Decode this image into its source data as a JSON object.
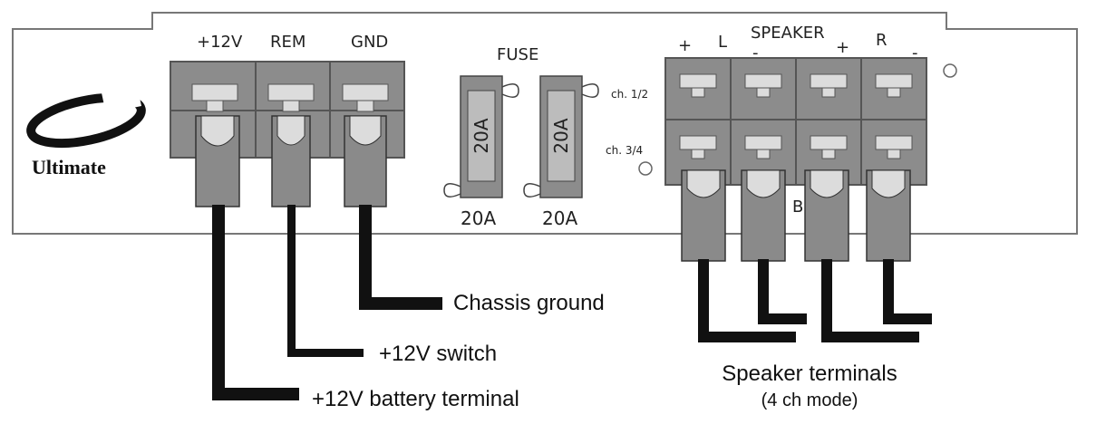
{
  "brand": {
    "name": "Ultimate"
  },
  "power_terminals": {
    "labels": [
      "+12V",
      "REM",
      "GND"
    ]
  },
  "fuse": {
    "title": "FUSE",
    "items": [
      {
        "rating": "20A",
        "label": "20A"
      },
      {
        "rating": "20A",
        "label": "20A"
      }
    ]
  },
  "speaker": {
    "title": "SPEAKER",
    "channel_left": "L",
    "channel_right": "R",
    "plus": "+",
    "minus": "-",
    "row_labels": [
      "ch. 1/2",
      "ch. 3/4"
    ],
    "bridge_mark": "B"
  },
  "callouts": {
    "chassis_ground": "Chassis ground",
    "switch": "+12V switch",
    "battery": "+12V battery terminal",
    "speaker_terminals": "Speaker terminals",
    "speaker_mode": "(4 ch mode)"
  },
  "colors": {
    "panel": "#ffffff",
    "block": "#8c8c8c",
    "block_light": "#bcbcbc",
    "tab": "#dcdcdc",
    "wire": "#111111",
    "plug": "#8a8a8a"
  }
}
